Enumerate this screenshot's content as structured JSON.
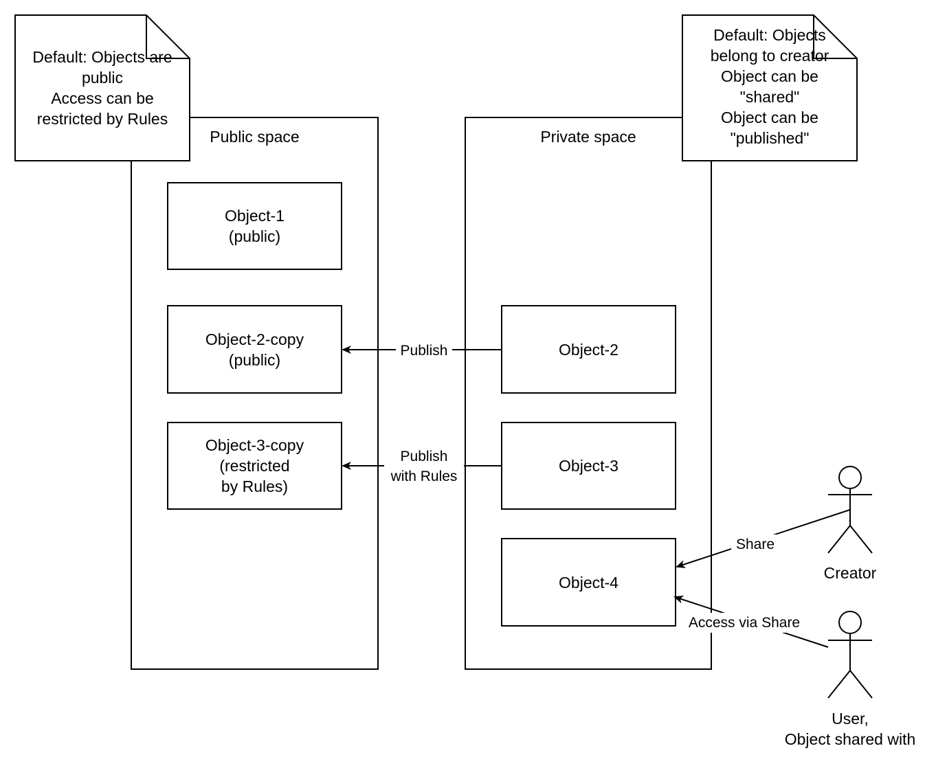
{
  "containers": {
    "public": {
      "title": "Public space"
    },
    "private": {
      "title": "Private space"
    }
  },
  "notes": {
    "public": "Default: Objects are\npublic\nAccess can be\nrestricted by Rules",
    "private": "Default: Objects\nbelong to creator\nObject can be\n\"shared\"\nObject can be\n\"published\""
  },
  "objects": {
    "object1": "Object-1\n(public)",
    "object2copy": "Object-2-copy\n(public)",
    "object3copy": "Object-3-copy\n(restricted\nby Rules)",
    "object2": "Object-2",
    "object3": "Object-3",
    "object4": "Object-4"
  },
  "edges": {
    "publish": "Publish",
    "publish_rules": "Publish\nwith Rules",
    "share": "Share",
    "access_share": "Access via Share"
  },
  "actors": {
    "creator": "Creator",
    "user": "User,\nObject shared with"
  }
}
